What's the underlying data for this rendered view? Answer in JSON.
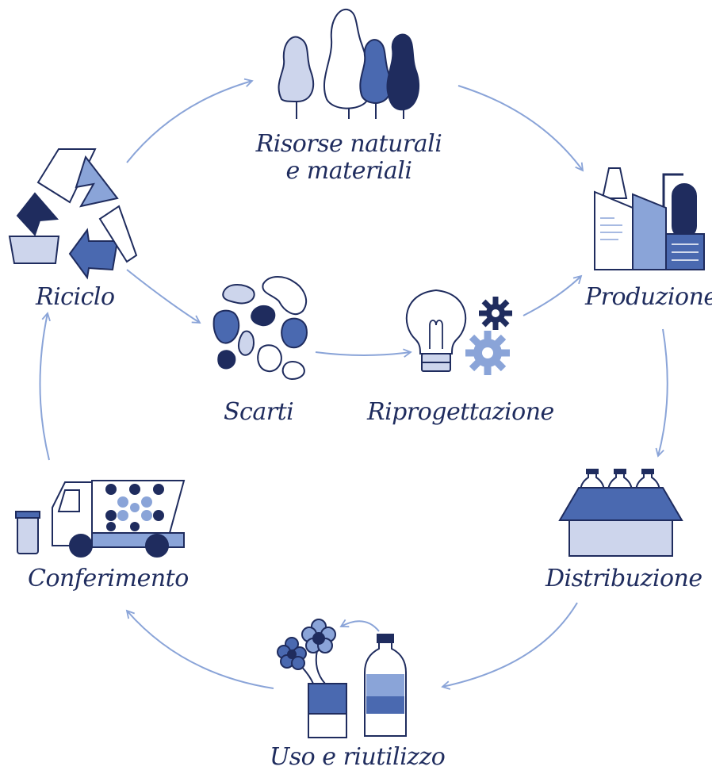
{
  "palette": {
    "navy": "#1f2c5e",
    "mid": "#4a69b0",
    "light": "#8aa4d8",
    "pale": "#cdd5ec",
    "arrow": "#8aa4d8",
    "white": "#ffffff"
  },
  "nodes": {
    "resources": {
      "line1": "Risorse naturali",
      "line2": "e materiali",
      "icon": "trees-icon"
    },
    "production": {
      "label": "Produzione",
      "icon": "factory-icon"
    },
    "distribution": {
      "label": "Distribuzione",
      "icon": "bottles-box-icon"
    },
    "use": {
      "label": "Uso e riutilizzo",
      "icon": "flower-pot-bottle-icon"
    },
    "delivery": {
      "label": "Conferimento",
      "icon": "garbage-truck-icon"
    },
    "recycling": {
      "label": "Riciclo",
      "icon": "recycle-icon"
    },
    "waste": {
      "label": "Scarti",
      "icon": "waste-scraps-icon"
    },
    "redesign": {
      "label": "Riprogettazione",
      "icon": "lightbulb-gears-icon"
    }
  }
}
